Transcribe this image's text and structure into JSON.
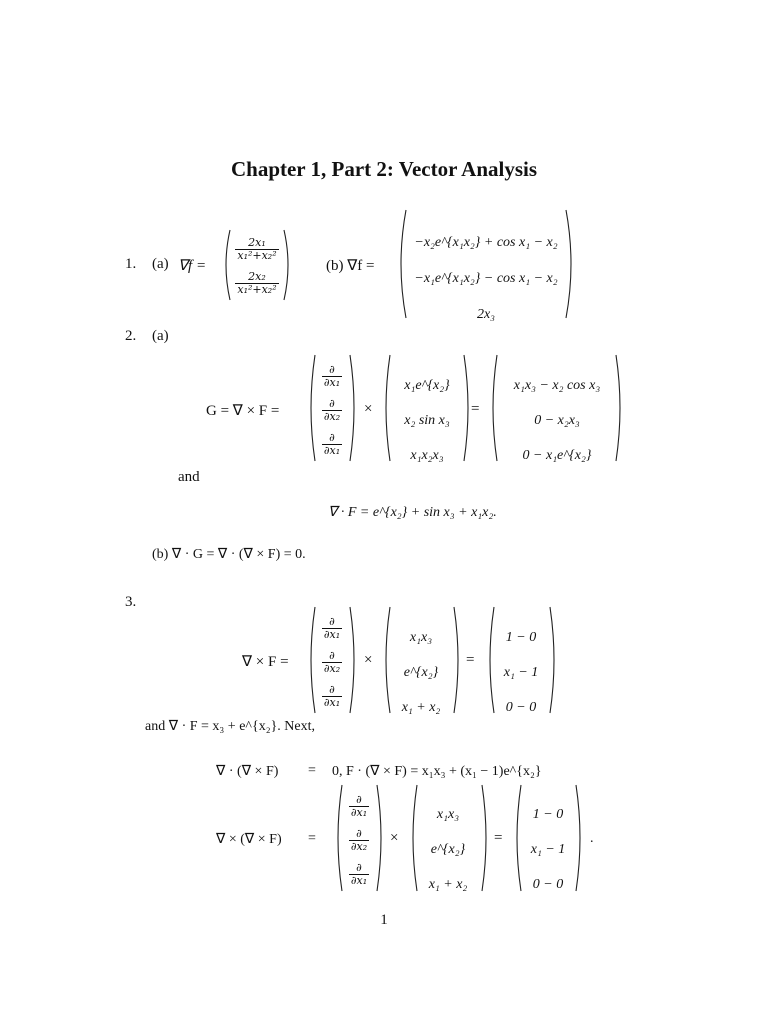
{
  "title": "Chapter 1, Part 2: Vector Analysis",
  "page_number": "1",
  "p1": {
    "label": "1.",
    "a_label": "(a)",
    "a_lhs": "∇f =",
    "a_vec": [
      {
        "num": "2x₁",
        "den": "x₁²+x₂²"
      },
      {
        "num": "2x₂",
        "den": "x₁²+x₂²"
      }
    ],
    "b_label": "(b) ∇f =",
    "b_vec": [
      "−x₂e^{x₁x₂} + cos x₁ − x₂",
      "−x₁e^{x₁x₂} − cos x₁ − x₂",
      "2x₃"
    ]
  },
  "p2": {
    "label": "2.",
    "a_label": "(a)",
    "lhs": "G = ∇ × F =",
    "del_vec": [
      {
        "num": "∂",
        "den": "∂x₁"
      },
      {
        "num": "∂",
        "den": "∂x₂"
      },
      {
        "num": "∂",
        "den": "∂x₁"
      }
    ],
    "times": "×",
    "F_vec": [
      "x₁e^{x₂}",
      "x₂ sin x₃",
      "x₁x₂x₃"
    ],
    "equals": "=",
    "result_vec": [
      "x₁x₃ − x₂ cos x₃",
      "0 − x₂x₃",
      "0 − x₁e^{x₂}"
    ],
    "and": "and",
    "div": "∇ · F = e^{x₂} + sin x₃ + x₁x₂.",
    "b": "(b) ∇ · G = ∇ · (∇ × F) = 0."
  },
  "p3": {
    "label": "3.",
    "lhs": "∇ × F =",
    "del_vec": [
      {
        "num": "∂",
        "den": "∂x₁"
      },
      {
        "num": "∂",
        "den": "∂x₂"
      },
      {
        "num": "∂",
        "den": "∂x₁"
      }
    ],
    "times": "×",
    "F_vec": [
      "x₁x₃",
      "e^{x₂}",
      "x₁ + x₂"
    ],
    "equals": "=",
    "result_vec": [
      "1 − 0",
      "x₁ − 1",
      "0 − 0"
    ],
    "text": "and ∇ · F = x₃ + e^{x₂}. Next,",
    "line1_lhs": "∇ · (∇ × F)",
    "line1_eq": "=",
    "line1_rhs": "0,   F · (∇ × F) = x₁x₃ + (x₁ − 1)e^{x₂}",
    "line2_lhs": "∇ × (∇ × F)",
    "line2_eq": "=",
    "line2_del": [
      {
        "num": "∂",
        "den": "∂x₁"
      },
      {
        "num": "∂",
        "den": "∂x₂"
      },
      {
        "num": "∂",
        "den": "∂x₁"
      }
    ],
    "line2_F": [
      "x₁x₃",
      "e^{x₂}",
      "x₁ + x₂"
    ],
    "line2_result": [
      "1 − 0",
      "x₁ − 1",
      "0 − 0"
    ],
    "period": "."
  }
}
